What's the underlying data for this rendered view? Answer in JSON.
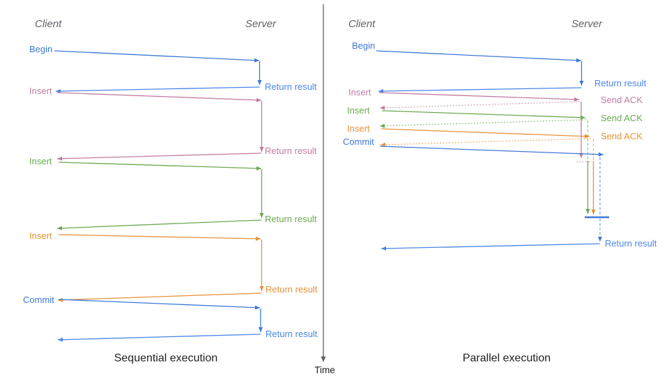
{
  "colors": {
    "blue": "#3c78d8",
    "blue_light": "#4a86e8",
    "blue_dash": "#6d9eeb",
    "pink": "#c27ba0",
    "pink_light": "#d5a6bd",
    "green": "#6aa84f",
    "green_light": "#93c47d",
    "orange": "#e69138",
    "orange_light": "#f6b26b",
    "axis_gray": "#616161",
    "header_gray": "#5f6368",
    "title_black": "#1f1f1f"
  },
  "time_axis": {
    "label": "Time"
  },
  "sequential": {
    "title": "Sequential execution",
    "client_label": "Client",
    "server_label": "Server",
    "begin": {
      "label": "Begin",
      "return_label": "Return result"
    },
    "insert1": {
      "label": "Insert",
      "return_label": "Return result"
    },
    "insert2": {
      "label": "Insert",
      "return_label": "Return result"
    },
    "insert3": {
      "label": "Insert",
      "return_label": "Return result"
    },
    "commit": {
      "label": "Commit",
      "return_label": "Return result"
    }
  },
  "parallel": {
    "title": "Parallel execution",
    "client_label": "Client",
    "server_label": "Server",
    "begin": {
      "label": "Begin",
      "return_label": "Return result"
    },
    "insert1": {
      "label": "Insert",
      "ack_label": "Send ACK"
    },
    "insert2": {
      "label": "Insert",
      "ack_label": "Send ACK"
    },
    "insert3": {
      "label": "Insert",
      "ack_label": "Send ACK"
    },
    "commit": {
      "label": "Commit",
      "return_label": "Return result"
    }
  }
}
